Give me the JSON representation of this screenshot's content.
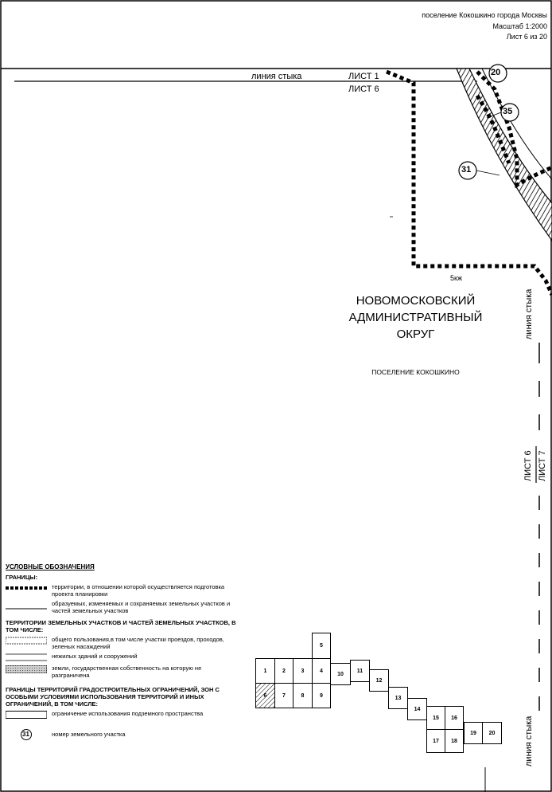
{
  "header": {
    "line1": "поселение Кокошкино города Москвы",
    "line2": "Масштаб 1:2000",
    "line3": "Лист 6 из 20"
  },
  "map": {
    "joint_line_top": "линия стыка",
    "sheet_1": "ЛИСТ 1",
    "sheet_6": "ЛИСТ 6",
    "sheet_6_right": "ЛИСТ 6",
    "sheet_7_right": "ЛИСТ 7",
    "joint_line_right": "линия стыка",
    "joint_line_bottom": "линия стыка",
    "zone_label": "5кж",
    "district_line1": "НОВОМОСКОВСКИЙ",
    "district_line2": "АДМИНИСТРАТИВНЫЙ",
    "district_line3": "ОКРУГ",
    "settlement": "ПОСЕЛЕНИЕ КОКОШКИНО",
    "parcel_numbers": [
      "20",
      "35",
      "31"
    ]
  },
  "legend": {
    "title": "УСЛОВНЫЕ ОБОЗНАЧЕНИЯ",
    "borders_heading": "ГРАНИЦЫ:",
    "border_planning": "территории, в отношении которой осуществляется подготовка проекта планировки",
    "border_parcels": "образуемых, изменяемых и сохраняемых земельных участков и частей земельных участков",
    "territories_heading": "ТЕРРИТОРИИ ЗЕМЕЛЬНЫХ УЧАСТКОВ И ЧАСТЕЙ ЗЕМЕЛЬНЫХ УЧАСТКОВ, В ТОМ ЧИСЛЕ:",
    "public_use": "общего пользования,в том числе участки проездов, проходов, зеленых насаждений",
    "nonresidential": "нежилых зданий и сооружений",
    "state_land": "земли, государственная собственность на которую не разграничена",
    "restrictions_heading": "ГРАНИЦЫ ТЕРРИТОРИЙ ГРАДОСТРОИТЕЛЬНЫХ ОГРАНИЧЕНИЙ, ЗОН С ОСОБЫМИ УСЛОВИЯМИ ИСПОЛЬЗОВАНИЯ ТЕРРИТОРИЙ И ИНЫХ ОГРАНИЧЕНИЙ, В ТОМ ЧИСЛЕ:",
    "underground": "ограничение использования подземного пространства",
    "parcel_sample": "31",
    "parcel_number": "номер земельного участка"
  },
  "sheet_index": {
    "sheets": [
      "1",
      "2",
      "3",
      "4",
      "5",
      "6",
      "7",
      "8",
      "9",
      "10",
      "11",
      "12",
      "13",
      "14",
      "15",
      "16",
      "17",
      "18",
      "19",
      "20"
    ],
    "current": "6"
  }
}
